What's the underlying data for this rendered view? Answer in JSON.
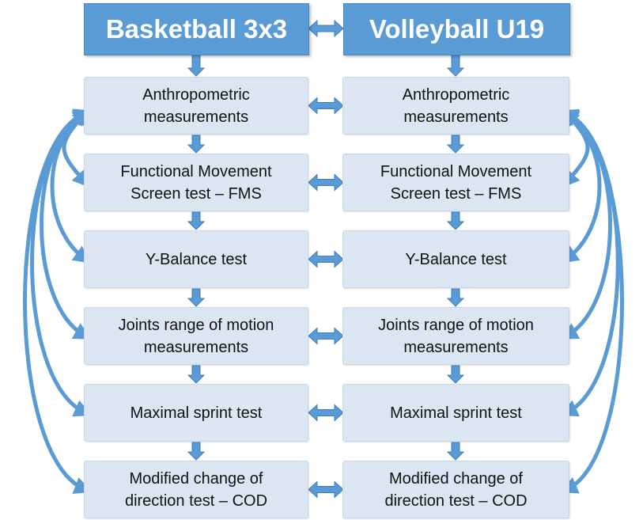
{
  "headers": {
    "left": "Basketball 3x3",
    "right": "Volleyball U19"
  },
  "steps": [
    "Anthropometric\nmeasurements",
    "Functional Movement\nScreen test – FMS",
    "Y-Balance test",
    "Joints range of motion\nmeasurements",
    "Maximal sprint test",
    "Modified change of\ndirection test – COD"
  ],
  "colors": {
    "header_fill": "#5b9bd5",
    "box_fill": "#dce6f2",
    "arrow_fill": "#5b9bd5",
    "arrow_stroke": "#3f7fbf"
  }
}
